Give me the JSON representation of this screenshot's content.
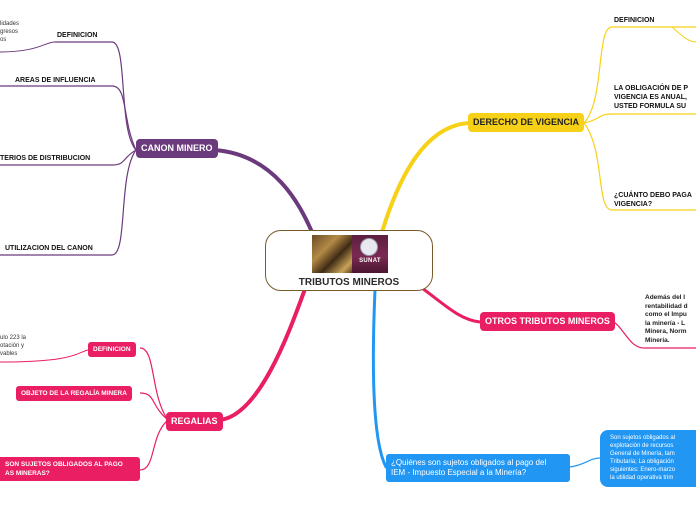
{
  "center": {
    "title": "TRIBUTOS MINEROS",
    "image_logo_text": "SUNAT"
  },
  "colors": {
    "canon": "#6b3a7d",
    "derecho": "#f7d117",
    "otros": "#e91e63",
    "regalias": "#e91e63",
    "iem": "#2196f3",
    "central_border": "#7a5a2a"
  },
  "canon_minero": {
    "label": "CANON MINERO",
    "definicion": "DEFINICION",
    "definicion_fragment": [
      "lidades",
      "gresos",
      "os"
    ],
    "areas": "AREAS DE INFLUENCIA",
    "criterios": "TERIOS DE DISTRIBUCION",
    "utilizacion": "UTILIZACION DEL CANON"
  },
  "derecho_vigencia": {
    "label": "DERECHO DE VIGENCIA",
    "definicion": "DEFINICION",
    "obligacion": [
      "LA OBLIGACIÓN DE P",
      "VIGENCIA ES ANUAL,",
      "USTED FORMULA SU"
    ],
    "cuanto": [
      "¿CUÁNTO DEBO PAGA",
      "VIGENCIA?"
    ]
  },
  "otros_tributos": {
    "label": "OTROS TRIBUTOS MINEROS",
    "text": [
      "Además del I",
      "rentabilidad d",
      "como el Impu",
      "la minería - L",
      "Minera, Norm",
      "Minería."
    ]
  },
  "regalias": {
    "label": "REGALIAS",
    "definicion": "DEFINICION",
    "definicion_fragment": [
      "ulo 223 la",
      "otación y",
      "vables"
    ],
    "objeto": "OBJETO DE LA REGALÍA MINERA",
    "sujetos": [
      "SON SUJETOS OBLIGADOS AL PAGO",
      "AS MINERAS?"
    ]
  },
  "iem": {
    "question": [
      "¿Quiénes son sujetos obligados al pago del",
      "IEM - Impuesto Especial a la Minería?"
    ],
    "answer": [
      "Son sujetos obligados al",
      "explotación de recursos",
      "General de Minería, tam",
      "Tributaria; La obligación",
      "siguientes: Enero-marzo",
      "la utilidad operativa trim"
    ]
  }
}
